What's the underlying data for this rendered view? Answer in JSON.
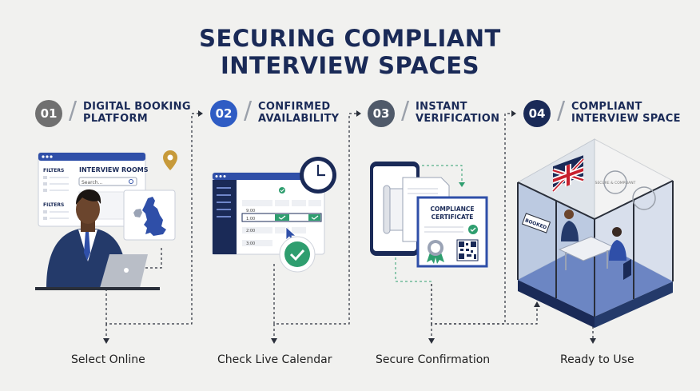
{
  "title": {
    "line1": "SECURING COMPLIANT",
    "line2": "INTERVIEW SPACES"
  },
  "steps": [
    {
      "number": "01",
      "title_line1": "DIGITAL BOOKING",
      "title_line2": "PLATFORM",
      "caption": "Select Online",
      "badge_color": "#707070"
    },
    {
      "number": "02",
      "title_line1": "CONFIRMED",
      "title_line2": "AVAILABILITY",
      "caption": "Check Live Calendar",
      "badge_color": "#2f5cc4"
    },
    {
      "number": "03",
      "title_line1": "INSTANT",
      "title_line2": "VERIFICATION",
      "caption": "Secure Confirmation",
      "badge_color": "#505a6a"
    },
    {
      "number": "04",
      "title_line1": "COMPLIANT",
      "title_line2": "INTERVIEW SPACE",
      "caption": "Ready to Use",
      "badge_color": "#1a2a57"
    }
  ],
  "booking": {
    "filters_label": "FILTERS",
    "rooms_label": "INTERVIEW ROOMS",
    "search_placeholder": "Search..."
  },
  "calendar": {
    "times": [
      "9:00",
      "1:00",
      "2:00",
      "3:00"
    ]
  },
  "certificate": {
    "line1": "COMPLIANCE",
    "line2": "CERTIFICATE"
  },
  "room": {
    "booked_sign": "BOOKED",
    "seal_text": "SECURE & COMPLIANT"
  },
  "colors": {
    "navy": "#1a2a57",
    "blue": "#2f5cc4",
    "green": "#2f9e6f",
    "background": "#f1f1ef"
  }
}
